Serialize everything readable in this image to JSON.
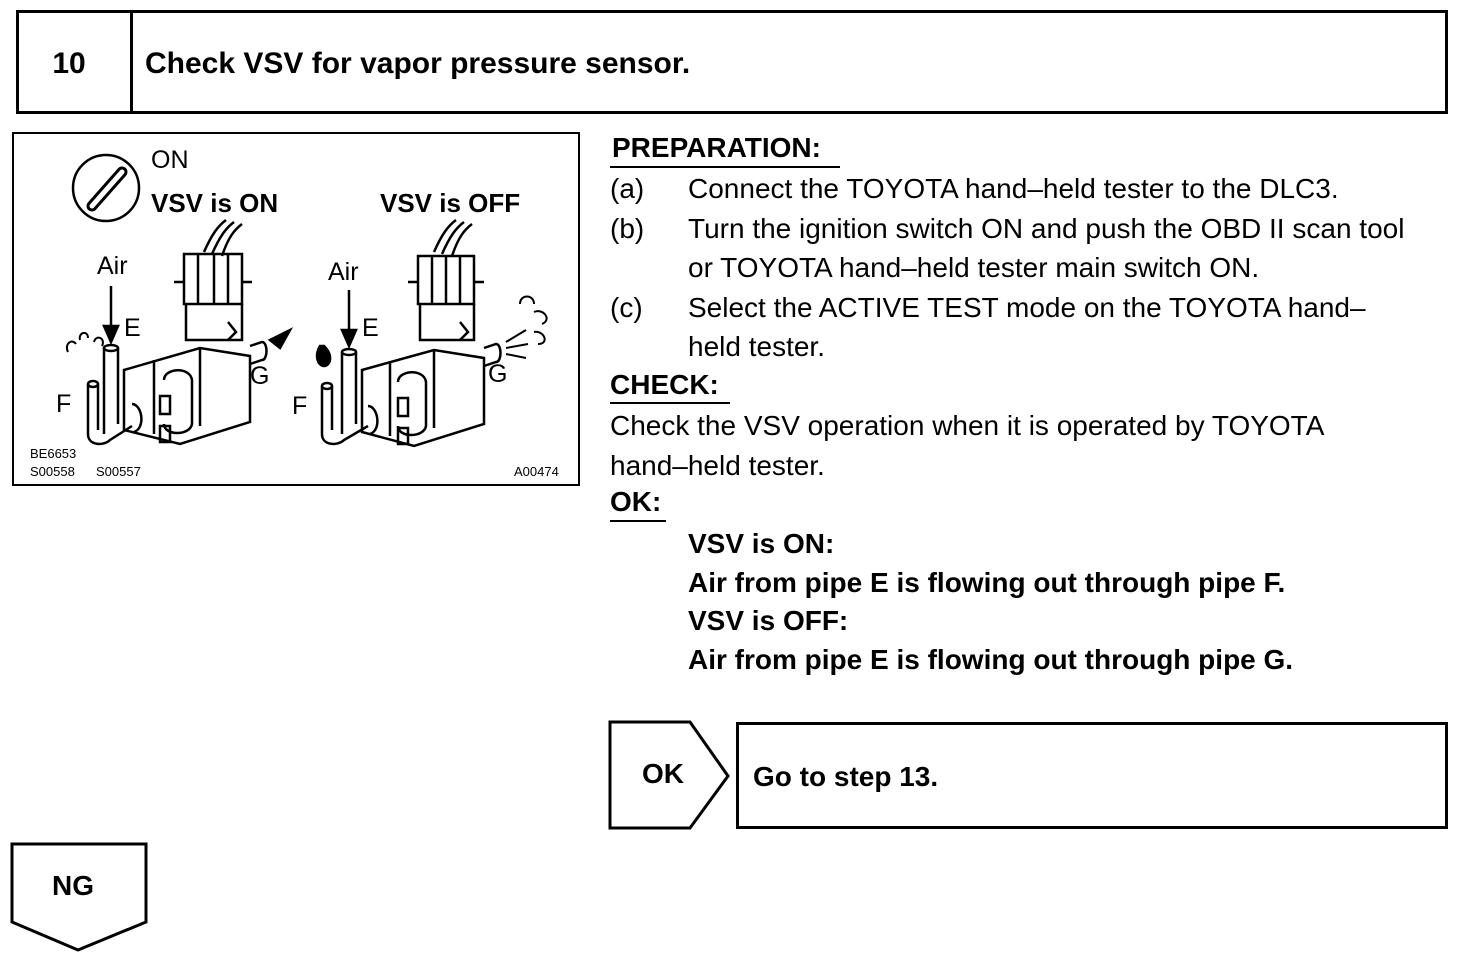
{
  "step": {
    "number": "10",
    "title": "Check VSV for vapor pressure sensor."
  },
  "figure": {
    "ignition_label": "ON",
    "left_title": "VSV is ON",
    "right_title": "VSV is OFF",
    "air_label": "Air",
    "port_e": "E",
    "port_f": "F",
    "port_g": "G",
    "code_1": "BE6653",
    "code_2": "S00558",
    "code_3": "S00557",
    "code_4": "A00474"
  },
  "preparation": {
    "heading": "PREPARATION:",
    "items": [
      {
        "marker": "(a)",
        "lines": [
          "Connect the TOYOTA hand–held tester to the DLC3."
        ]
      },
      {
        "marker": "(b)",
        "lines": [
          "Turn the ignition switch ON and push the OBD II scan tool",
          "or TOYOTA hand–held tester main switch ON."
        ]
      },
      {
        "marker": "(c)",
        "lines": [
          "Select the ACTIVE TEST mode on the TOYOTA hand–",
          "held tester."
        ]
      }
    ]
  },
  "check": {
    "heading": "CHECK:",
    "lines": [
      "Check the VSV operation when it is operated by TOYOTA",
      "hand–held tester."
    ]
  },
  "ok_spec": {
    "heading": "OK:",
    "lines": [
      "VSV is ON:",
      "Air from pipe E is flowing out through pipe F.",
      "VSV is OFF:",
      "Air from pipe E is flowing out through pipe G."
    ]
  },
  "results": {
    "ok_label": "OK",
    "ok_text": "Go to step 13.",
    "ng_label": "NG"
  }
}
